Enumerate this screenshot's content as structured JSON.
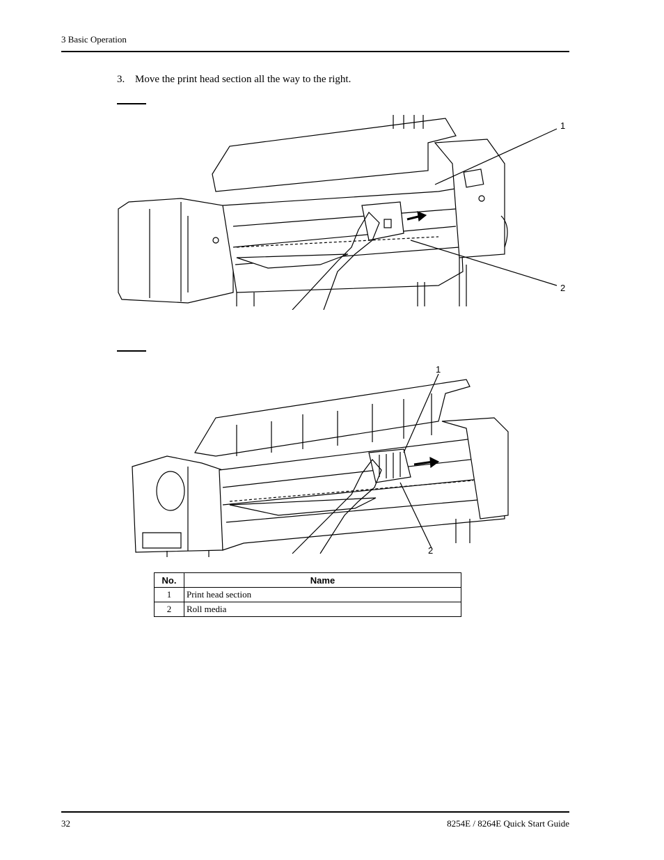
{
  "header": {
    "section": "3 Basic Operation"
  },
  "step": {
    "number": "3.",
    "text": "Move the print head section all the way to the right."
  },
  "figure1": {
    "callouts": [
      "1",
      "2"
    ]
  },
  "figure2": {
    "callouts": [
      "1",
      "2"
    ]
  },
  "table": {
    "headers": [
      "No.",
      "Name"
    ],
    "rows": [
      {
        "no": "1",
        "name": "Print head section"
      },
      {
        "no": "2",
        "name": "Roll media"
      }
    ]
  },
  "footer": {
    "page": "32",
    "title": "8254E / 8264E Quick Start Guide"
  }
}
